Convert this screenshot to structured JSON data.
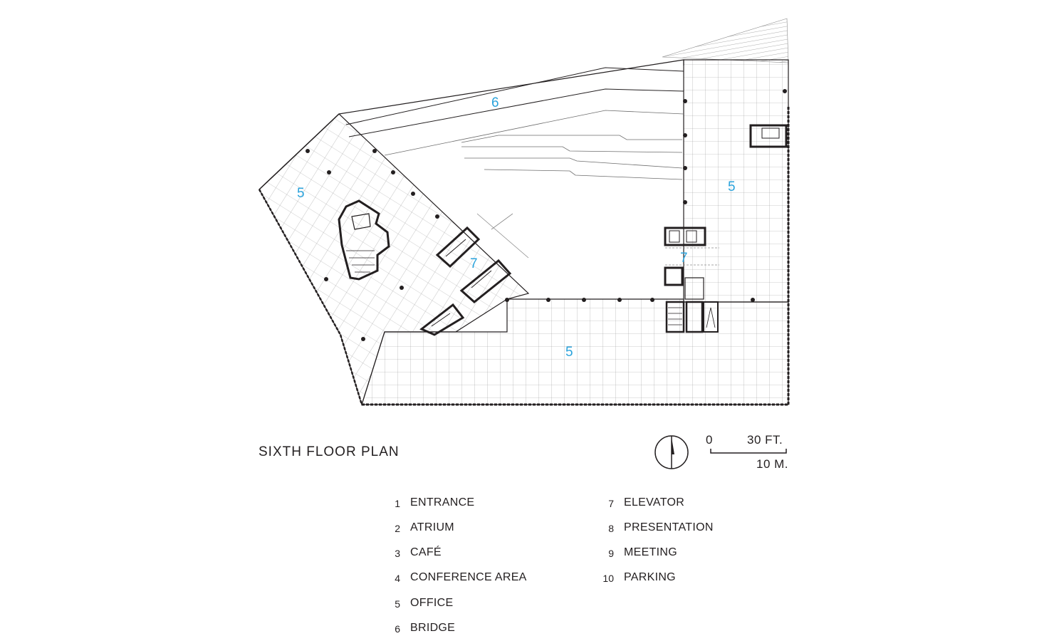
{
  "plan": {
    "title": "SIXTH FLOOR PLAN",
    "room_labels": [
      {
        "id": "bridge",
        "text": "6"
      },
      {
        "id": "office-west",
        "text": "5"
      },
      {
        "id": "office-east",
        "text": "5"
      },
      {
        "id": "office-south",
        "text": "5"
      },
      {
        "id": "elevator-west",
        "text": "7"
      },
      {
        "id": "elevator-east",
        "text": "7"
      }
    ],
    "label_color": "#2ba3dc",
    "line_color": "#231f20"
  },
  "scale_bar": {
    "zero": "0",
    "feet": "30 FT.",
    "meters": "10 M."
  },
  "north_arrow": {
    "icon": "north-arrow-icon"
  },
  "legend": {
    "left": [
      {
        "num": "1",
        "label": "ENTRANCE"
      },
      {
        "num": "2",
        "label": "ATRIUM"
      },
      {
        "num": "3",
        "label": "CAFÉ"
      },
      {
        "num": "4",
        "label": "CONFERENCE AREA"
      },
      {
        "num": "5",
        "label": "OFFICE"
      },
      {
        "num": "6",
        "label": "BRIDGE"
      }
    ],
    "right": [
      {
        "num": "7",
        "label": "ELEVATOR"
      },
      {
        "num": "8",
        "label": "PRESENTATION"
      },
      {
        "num": "9",
        "label": "MEETING"
      },
      {
        "num": "10",
        "label": "PARKING"
      }
    ]
  }
}
